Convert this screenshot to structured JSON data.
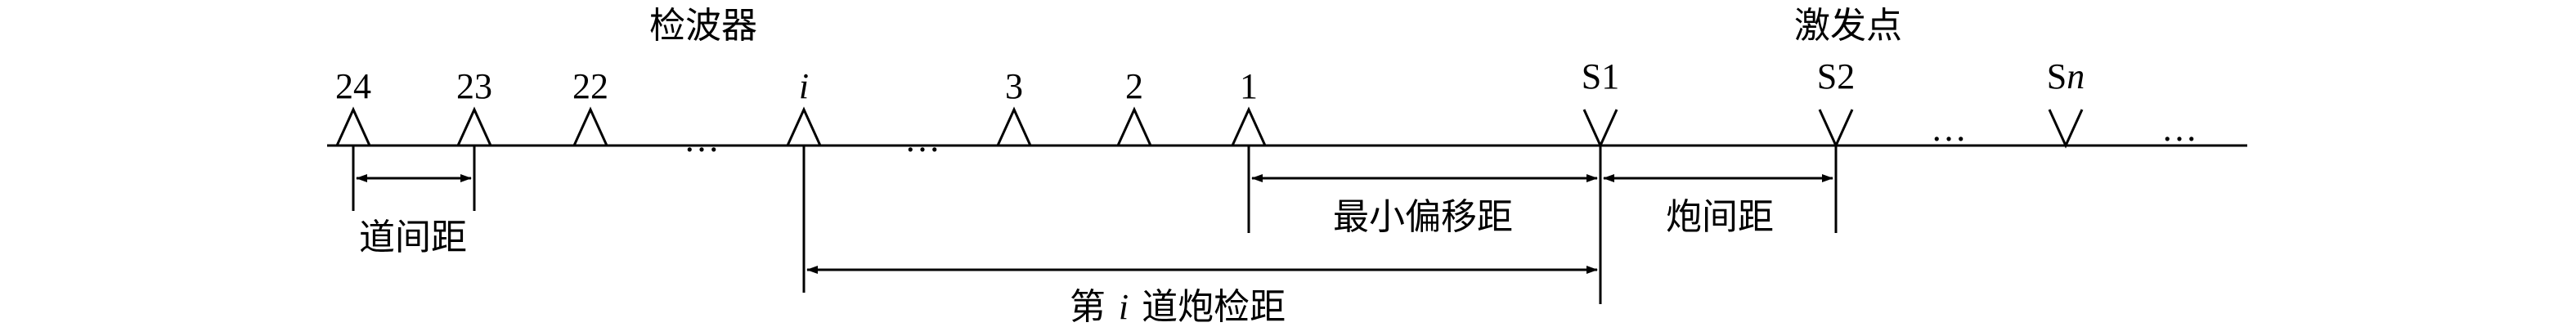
{
  "headings": {
    "geophones": "检波器",
    "shot_points": "激发点"
  },
  "receivers": [
    {
      "label": "24",
      "italic": false
    },
    {
      "label": "23",
      "italic": false
    },
    {
      "label": "22",
      "italic": false
    },
    {
      "label": "…",
      "italic": false,
      "is_gap": true
    },
    {
      "label": "i",
      "italic": true
    },
    {
      "label": "…",
      "italic": false,
      "is_gap": true
    },
    {
      "label": "3",
      "italic": false
    },
    {
      "label": "2",
      "italic": false
    },
    {
      "label": "1",
      "italic": false
    }
  ],
  "sources": [
    {
      "label_prefix": "S",
      "label_suffix": "1",
      "suffix_italic": false
    },
    {
      "label_prefix": "S",
      "label_suffix": "2",
      "suffix_italic": false
    },
    {
      "label": "…",
      "is_gap": true
    },
    {
      "label_prefix": "S",
      "label_suffix": "n",
      "suffix_italic": true
    },
    {
      "label": "…",
      "is_gap": true
    }
  ],
  "dimensions": {
    "trace_spacing": "道间距",
    "min_offset": "最小偏移距",
    "shot_spacing": "炮间距",
    "offset_prefix": "第",
    "offset_var": "i",
    "offset_suffix": "道炮检距"
  }
}
